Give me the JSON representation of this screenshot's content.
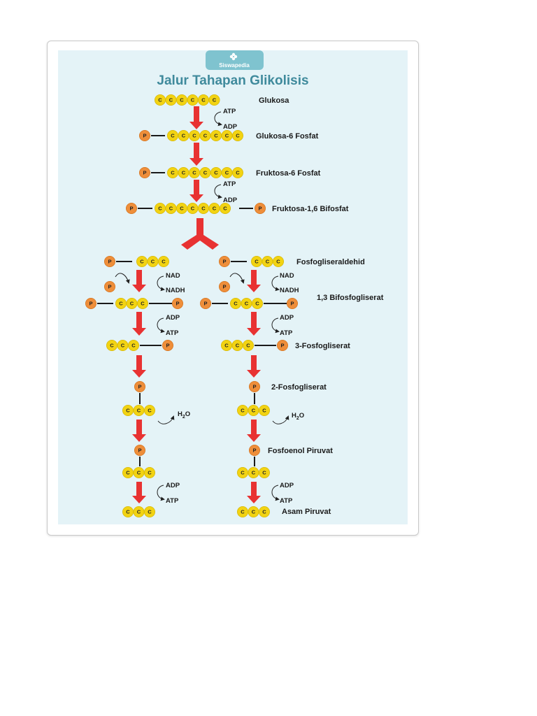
{
  "brand": "Siswapedia",
  "title": "Jalur Tahapan Glikolisis",
  "atom_c": "C",
  "atom_p": "P",
  "colors": {
    "panel_bg": "#e4f3f7",
    "carbon": "#f2d312",
    "phosphate": "#ee8e3a",
    "arrow": "#e83232",
    "title": "#3f8a9c",
    "brand_tab": "#7fc3cf"
  },
  "steps": {
    "glukosa": "Glukosa",
    "glukosa6": "Glukosa-6 Fosfat",
    "fruktosa6": "Fruktosa-6 Fosfat",
    "fruktosa16": "Fruktosa-1,6 Bifosfat",
    "fosfogliseraldehid": "Fosfogliseraldehid",
    "bifosfogliserat": "1,3 Bifosfogliserat",
    "fosfogliserat3": "3-Fosfogliserat",
    "fosfogliserat2": "2-Fosfogliserat",
    "fosfoenol": "Fosfoenol Piruvat",
    "piruvat": "Asam Piruvat"
  },
  "cofactors": {
    "atp": "ATP",
    "adp": "ADP",
    "nad": "NAD",
    "nadh": "NADH",
    "h2o_h": "H",
    "h2o_2": "2",
    "h2o_o": "O"
  }
}
